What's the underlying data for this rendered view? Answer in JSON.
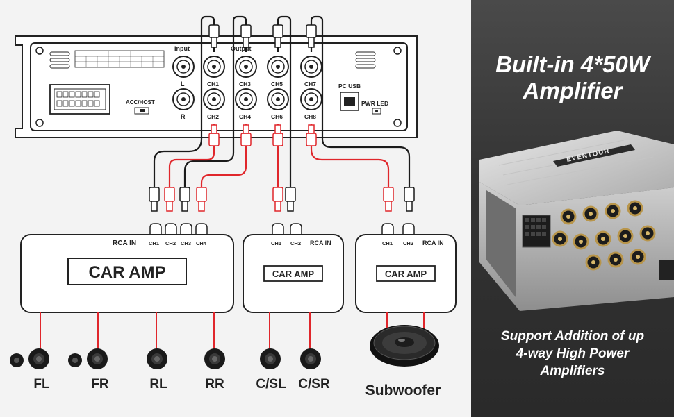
{
  "headline": [
    "Built-in 4*50W",
    "Amplifier"
  ],
  "support_text": [
    "Support Addition of up",
    "4-way High Power",
    "Amplifiers"
  ],
  "product_brand": "EVENTOUR",
  "processor": {
    "input_label": "Input",
    "output_label": "Output",
    "input_left": "L",
    "input_right": "R",
    "channels_top": [
      "CH1",
      "CH3",
      "CH5",
      "CH7"
    ],
    "channels_bottom": [
      "CH2",
      "CH4",
      "CH6",
      "CH8"
    ],
    "acc_host": "ACC/HOST",
    "pc_usb": "PC USB",
    "pwr_led": "PWR LED"
  },
  "amps": [
    {
      "name": "CAR AMP",
      "rca_label": "RCA IN",
      "channels": [
        "CH1",
        "CH2",
        "CH3",
        "CH4"
      ]
    },
    {
      "name": "CAR AMP",
      "rca_label": "RCA IN",
      "channels": [
        "CH1",
        "CH2"
      ]
    },
    {
      "name": "CAR AMP",
      "rca_label": "RCA IN",
      "channels": [
        "CH1",
        "CH2"
      ]
    }
  ],
  "speakers": [
    "FL",
    "FR",
    "RL",
    "RR",
    "C/SL",
    "C/SR"
  ],
  "subwoofer_label": "Subwoofer",
  "colors": {
    "red_cable": "#e0262b",
    "black_cable": "#1a1a1a",
    "panel_bg": "#3a3a3a"
  }
}
